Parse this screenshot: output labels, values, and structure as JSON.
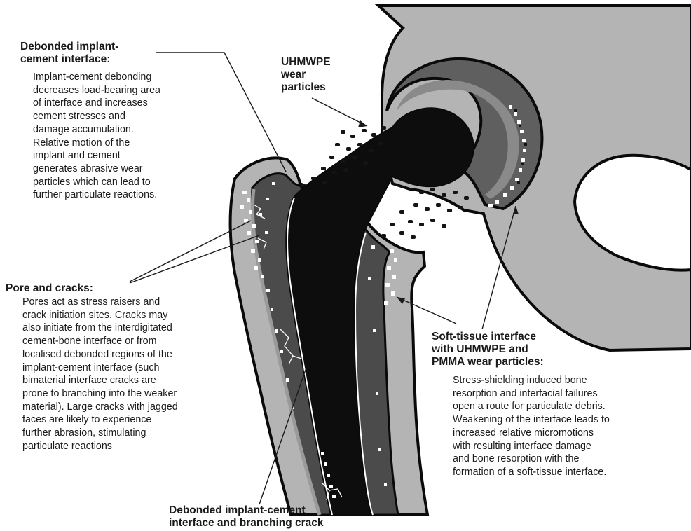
{
  "annotations": {
    "debonded_interface": {
      "title": [
        "Debonded implant-",
        "cement interface:"
      ],
      "body": [
        "Implant-cement debonding",
        "decreases load-bearing area",
        "of interface and increases",
        "cement stresses and",
        "damage accumulation.",
        "Relative motion of the",
        "implant and cement",
        "generates abrasive wear",
        "particles which can lead to",
        "further particulate reactions."
      ]
    },
    "uhmwpe": {
      "title": [
        "UHMWPE",
        "wear",
        "particles"
      ]
    },
    "pore_cracks": {
      "title": [
        "Pore and cracks:"
      ],
      "body": [
        "Pores act as stress raisers and",
        "crack initiation sites. Cracks may",
        "also initiate from the interdigitated",
        "cement-bone interface or from",
        "localised debonded regions of the",
        "implant-cement interface (such",
        "bimaterial interface cracks are",
        "prone to branching into the  weaker",
        "material). Large cracks with jagged",
        "faces are likely to experience",
        "further abrasion, stimulating",
        "particulate reactions"
      ]
    },
    "soft_tissue": {
      "title": [
        "Soft-tissue interface",
        "with UHMWPE and",
        "PMMA wear particles:"
      ],
      "body": [
        "Stress-shielding induced bone",
        "resorption and interfacial failures",
        "open a route for particulate debris.",
        "Weakening of the interface leads to",
        "increased relative micromotions",
        "with resulting interface damage",
        "and bone resorption with the",
        "formation of a soft-tissue interface."
      ]
    },
    "branching_crack": {
      "title": [
        "Debonded implant-cement",
        "interface and branching crack"
      ]
    }
  },
  "colors": {
    "bone": "#b4b4b4",
    "cement": "#4b4b4b",
    "implant": "#0d0d0d",
    "cup": "#5f5f5f",
    "liner": "#d0d0d0",
    "outline": "#0a0a0a",
    "particle": "#141414",
    "white_rim": "#ffffff",
    "leader": "#1a1a1a"
  }
}
